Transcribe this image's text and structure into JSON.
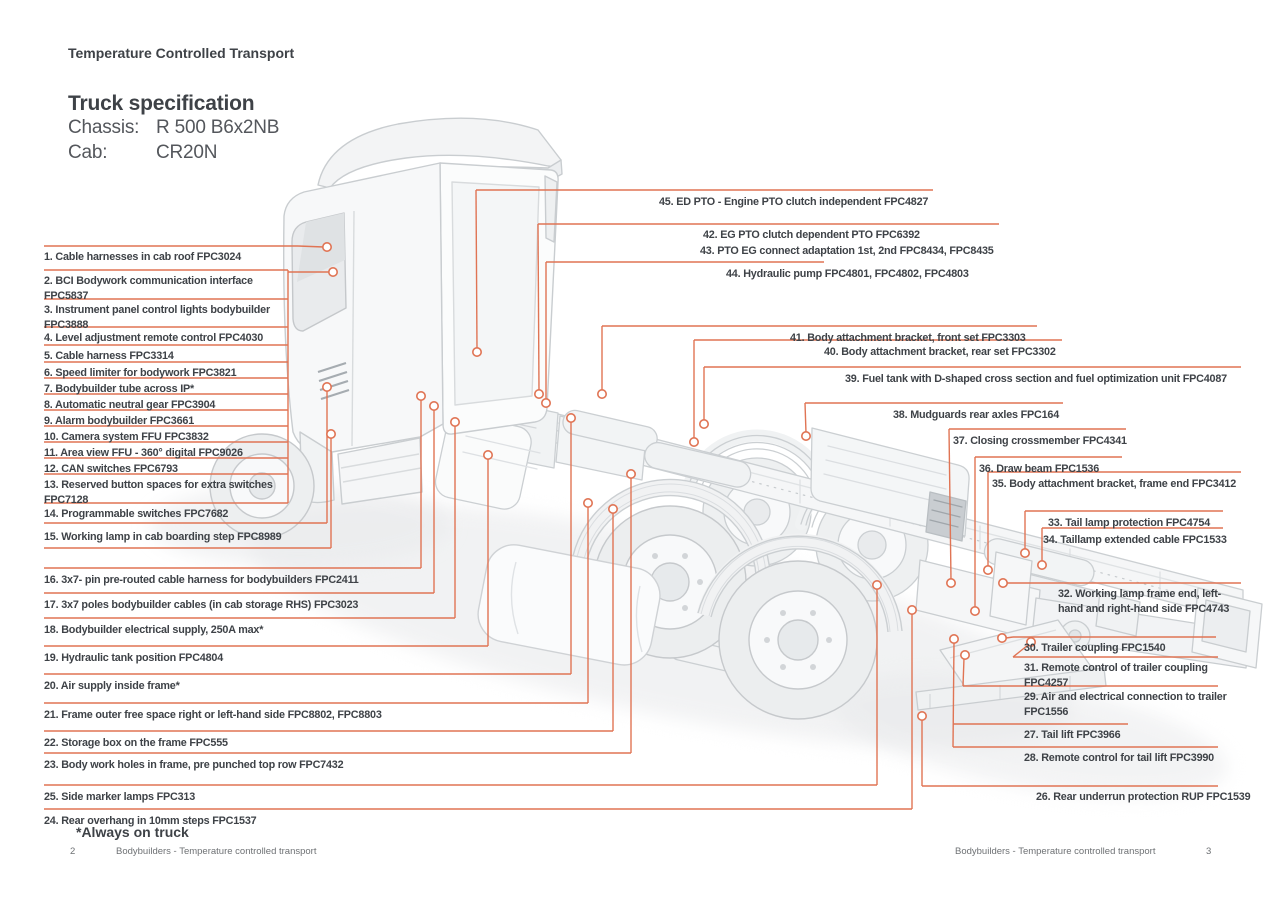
{
  "colors": {
    "accent": "#E07454",
    "label_text": "#3E4247",
    "secondary_text": "#54575C",
    "footer_text": "#6E7174",
    "truck_line": "#CBCFD2"
  },
  "header": {
    "eyebrow": "Temperature Controlled Transport",
    "title": "Truck specification",
    "chassis_label": "Chassis:",
    "chassis_value": "R 500 B6x2NB",
    "cab_label": "Cab:",
    "cab_value": "CR20N"
  },
  "labels_left": [
    {
      "text": "1. Cable harnesses in cab roof FPC3024"
    },
    {
      "text": "2. BCI Bodywork communication interface\nFPC5837"
    },
    {
      "text": "3. Instrument panel control lights bodybuilder\nFPC3888"
    },
    {
      "text": "4. Level adjustment remote control FPC4030"
    },
    {
      "text": "5. Cable harness FPC3314"
    },
    {
      "text": "6. Speed limiter for bodywork FPC3821"
    },
    {
      "text": "7. Bodybuilder tube across IP*"
    },
    {
      "text": "8. Automatic neutral gear FPC3904"
    },
    {
      "text": "9. Alarm bodybuilder FPC3661"
    },
    {
      "text": "10. Camera system FFU FPC3832"
    },
    {
      "text": "11. Area view FFU - 360° digital FPC9026"
    },
    {
      "text": "12. CAN switches FPC6793"
    },
    {
      "text": "13. Reserved button spaces for extra switches\nFPC7128"
    },
    {
      "text": "14. Programmable switches FPC7682"
    },
    {
      "text": "15. Working lamp in cab boarding step FPC8989"
    },
    {
      "text": "16. 3x7- pin pre-routed cable harness for bodybuilders FPC2411"
    },
    {
      "text": "17. 3x7 poles bodybuilder cables (in cab storage RHS) FPC3023"
    },
    {
      "text": "18. Bodybuilder electrical supply, 250A max*"
    },
    {
      "text": "19. Hydraulic tank position FPC4804"
    },
    {
      "text": "20. Air supply inside frame*"
    },
    {
      "text": "21. Frame outer free space right or left-hand side FPC8802, FPC8803"
    },
    {
      "text": "22. Storage box on the frame FPC555"
    },
    {
      "text": "23. Body work holes in frame, pre punched top row FPC7432"
    },
    {
      "text": "25. Side marker lamps FPC313"
    },
    {
      "text": "24. Rear overhang in 10mm steps FPC1537"
    }
  ],
  "labels_right": [
    {
      "text": "45. ED PTO - Engine PTO clutch independent FPC4827"
    },
    {
      "text": "42. EG PTO clutch dependent PTO FPC6392"
    },
    {
      "text": "43. PTO EG connect adaptation 1st, 2nd FPC8434, FPC8435"
    },
    {
      "text": "44. Hydraulic pump FPC4801, FPC4802, FPC4803"
    },
    {
      "text": "41. Body attachment bracket, front set FPC3303"
    },
    {
      "text": "40. Body attachment bracket, rear set FPC3302"
    },
    {
      "text": "39. Fuel tank with D-shaped cross section and fuel optimization unit FPC4087"
    },
    {
      "text": "38. Mudguards rear axles FPC164"
    },
    {
      "text": "37. Closing crossmember FPC4341"
    },
    {
      "text": "36. Draw beam FPC1536"
    },
    {
      "text": "35. Body attachment bracket, frame end FPC3412"
    },
    {
      "text": "33. Tail lamp protection FPC4754"
    },
    {
      "text": "34. Taillamp extended cable FPC1533"
    },
    {
      "text": "32. Working lamp frame end, left-\nhand  and right-hand side FPC4743"
    },
    {
      "text": "30. Trailer coupling FPC1540"
    },
    {
      "text": "31. Remote control of trailer coupling\nFPC4257"
    },
    {
      "text": "29. Air and electrical connection to trailer\nFPC1556"
    },
    {
      "text": "27. Tail lift FPC3966"
    },
    {
      "text": "28. Remote control for tail lift FPC3990"
    },
    {
      "text": "26. Rear underrun protection RUP FPC1539"
    }
  ],
  "footnote": "*Always on truck",
  "footer": {
    "left_page": "2",
    "left_text": "Bodybuilders - Temperature controlled transport",
    "right_text": "Bodybuilders - Temperature controlled transport",
    "right_page": "3"
  }
}
